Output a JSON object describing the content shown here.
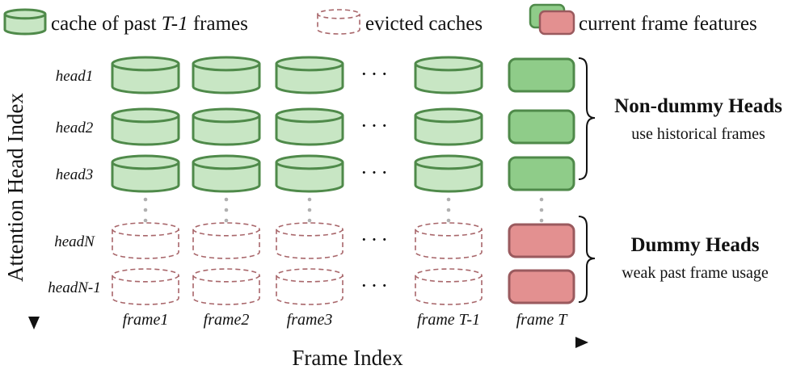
{
  "legend": {
    "cache_label_pre": "cache of past ",
    "cache_label_em": "T-1",
    "cache_label_post": " frames",
    "evicted_label": "evicted caches",
    "current_label": "current frame features"
  },
  "y_axis_label": "Attention Head Index",
  "x_axis_label": "Frame Index",
  "heads": [
    {
      "label": "head1",
      "kind": "non-dummy"
    },
    {
      "label": "head2",
      "kind": "non-dummy"
    },
    {
      "label": "head3",
      "kind": "non-dummy"
    },
    {
      "label": "headN",
      "kind": "dummy"
    },
    {
      "label": "headN-1",
      "kind": "dummy"
    }
  ],
  "frames": [
    "frame1",
    "frame2",
    "frame3",
    "frame T-1",
    "frame T"
  ],
  "ellipsis": "···",
  "groups": {
    "non_dummy": {
      "title": "Non-dummy Heads",
      "subtitle": "use historical frames"
    },
    "dummy": {
      "title": "Dummy Heads",
      "subtitle": "weak past frame usage"
    }
  },
  "colors": {
    "cache_fill": "#c8e6c4",
    "cache_stroke": "#4f8a4a",
    "evicted_stroke": "#a8666a",
    "current_green_fill": "#8fcc89",
    "current_green_stroke": "#4f8a4a",
    "current_red_fill": "#e39090",
    "current_red_stroke": "#9a5a5e",
    "dots": "#b0b0b0"
  }
}
